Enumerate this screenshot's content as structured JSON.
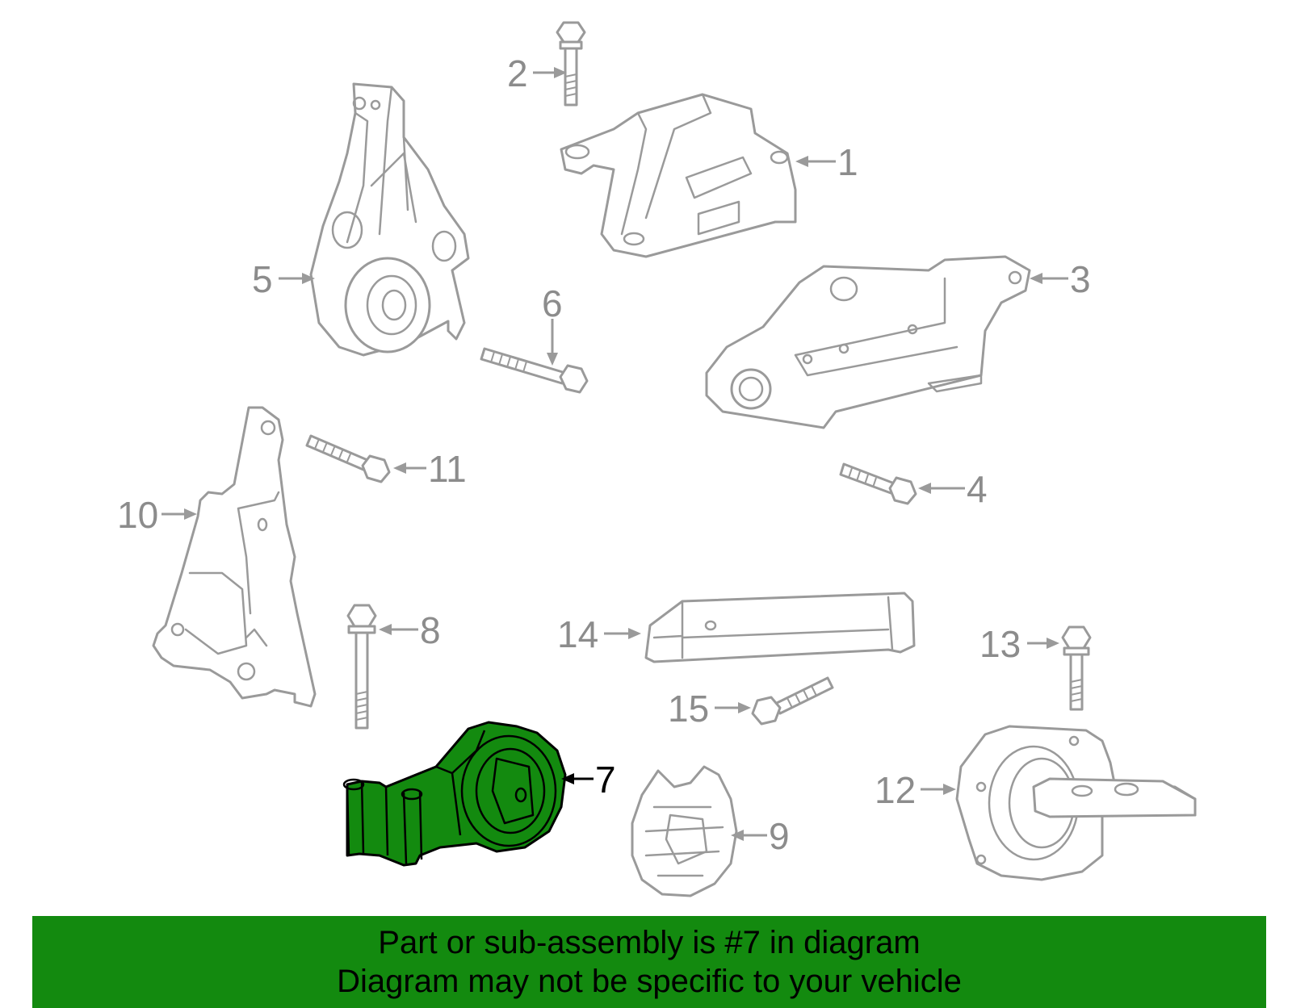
{
  "diagram": {
    "callouts": [
      "1",
      "2",
      "3",
      "4",
      "5",
      "6",
      "7",
      "8",
      "9",
      "10",
      "11",
      "12",
      "13",
      "14",
      "15"
    ],
    "highlighted_part": "7",
    "highlight_color": "#138a0f",
    "line_color": "#9a9a9a"
  },
  "banner": {
    "line1": "Part or sub-assembly is #7 in diagram",
    "line2": "Diagram may not be specific to your vehicle",
    "background": "#138a0f"
  }
}
